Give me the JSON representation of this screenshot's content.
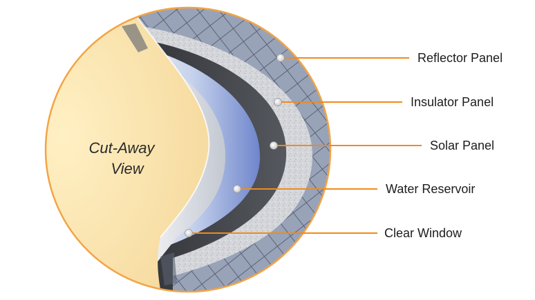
{
  "diagram": {
    "center_label_line1": "Cut-Away",
    "center_label_line2": "View",
    "accent_color": "#f08a1c",
    "callouts": [
      {
        "id": "reflector",
        "label": "Reflector Panel"
      },
      {
        "id": "insulator",
        "label": "Insulator Panel"
      },
      {
        "id": "solar",
        "label": "Solar Panel"
      },
      {
        "id": "water",
        "label": "Water Reservoir"
      },
      {
        "id": "window",
        "label": "Clear Window"
      }
    ]
  }
}
